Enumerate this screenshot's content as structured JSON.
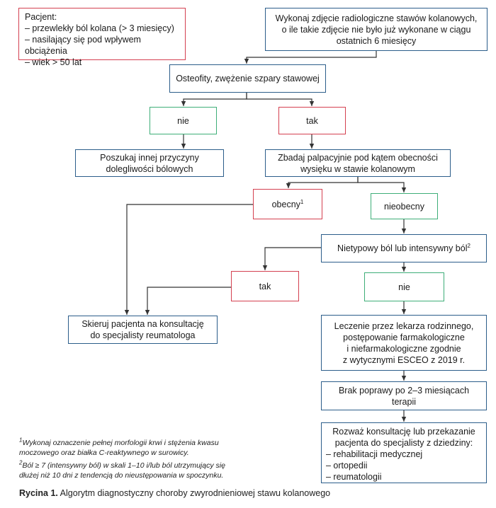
{
  "patient": {
    "title": "Pacjent:",
    "items": [
      "– przewlekły ból kolana (> 3 miesięcy)",
      "– nasilający się pod wpływem obciążenia",
      "– wiek > 50 lat"
    ]
  },
  "xray": [
    "Wykonaj zdjęcie radiologiczne stawów kolanowych,",
    "o ile takie zdjęcie nie było już wykonane w ciągu",
    "ostatnich 6 miesięcy"
  ],
  "osteophytes": "Osteofity, zwężenie szpary stawowej",
  "nie1": "nie",
  "tak1": "tak",
  "other_cause": [
    "Poszukaj innej przyczyny",
    "dolegliwości bólowych"
  ],
  "palpate": [
    "Zbadaj palpacyjnie pod kątem obecności",
    "wysięku w stawie kolanowym"
  ],
  "present": {
    "label": "obecny",
    "sup": "1"
  },
  "absent": "nieobecny",
  "atypical": {
    "label": "Nietypowy ból lub intensywny ból",
    "sup": "2"
  },
  "tak2": "tak",
  "nie2": "nie",
  "refer": [
    "Skieruj pacjenta na konsultację",
    "do specjalisty reumatologa"
  ],
  "treatment": [
    "Leczenie przez lekarza rodzinnego,",
    "postępowanie farmakologiczne",
    "i niefarmakologiczne zgodnie",
    "z wytycznymi ESCEO z 2019 r."
  ],
  "no_improvement": "Brak poprawy po 2–3 miesiącach terapii",
  "consider": {
    "lines": [
      "Rozważ konsultację lub przekazanie",
      "pacjenta do specjalisty z dziedziny:"
    ],
    "items": [
      "– rehabilitacji medycznej",
      "– ortopedii",
      "– reumatologii"
    ]
  },
  "footnotes": [
    {
      "sup": "1",
      "lines": [
        "Wykonaj oznaczenie pełnej morfologii krwi i stężenia kwasu",
        "moczowego oraz białka C-reaktywnego w surowicy."
      ]
    },
    {
      "sup": "2",
      "lines": [
        "Ból ≥ 7 (intensywny ból) w skali 1–10 i/lub ból utrzymujący się",
        "dłużej niż 10 dni z tendencją do nieustępowania w spoczynku."
      ]
    }
  ],
  "caption": {
    "label": "Rycina 1.",
    "text": " Algorytm diagnostyczny choroby zwyrodnieniowej stawu kolanowego"
  },
  "colors": {
    "blue": "#2b5d8a",
    "red": "#d44050",
    "green": "#3eae78",
    "line": "#333333"
  }
}
